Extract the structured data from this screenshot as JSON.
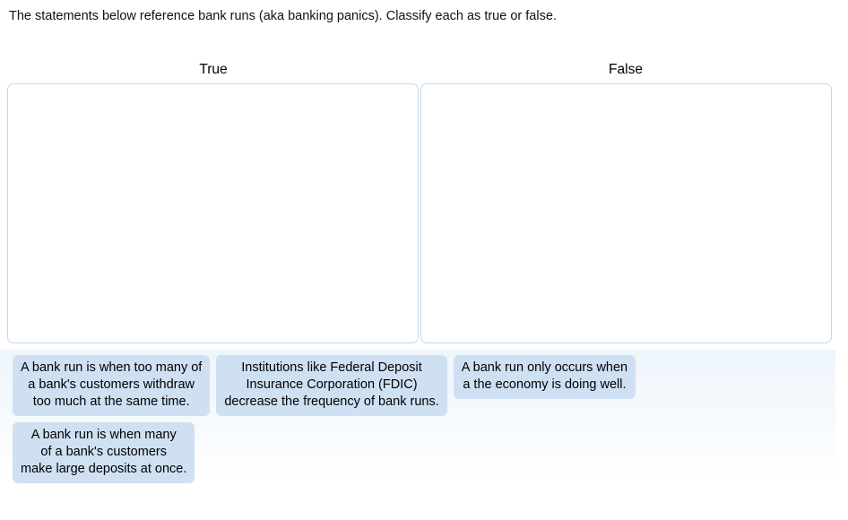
{
  "prompt": "The statements below reference bank runs (aka banking panics). Classify each as true or false.",
  "columns": [
    {
      "label": "True",
      "name": "dropzone-true",
      "items": []
    },
    {
      "label": "False",
      "name": "dropzone-false",
      "items": []
    }
  ],
  "tray": {
    "rows": [
      {
        "tiles": [
          "A bank run is when too many of\na bank's customers withdraw\ntoo much at the same time.",
          "Institutions like Federal Deposit\nInsurance Corporation (FDIC)\ndecrease the frequency of bank runs.",
          "A bank run only occurs when\na the economy is doing well."
        ]
      },
      {
        "tiles": [
          "A bank run is when many\nof a bank's customers\nmake large deposits at once."
        ]
      }
    ]
  },
  "colors": {
    "tile_background": "#cfe0f3",
    "dropzone_border": "#c3d9ef",
    "tray_background": "#eef5fc",
    "text": "#000000",
    "page_background": "#ffffff"
  }
}
